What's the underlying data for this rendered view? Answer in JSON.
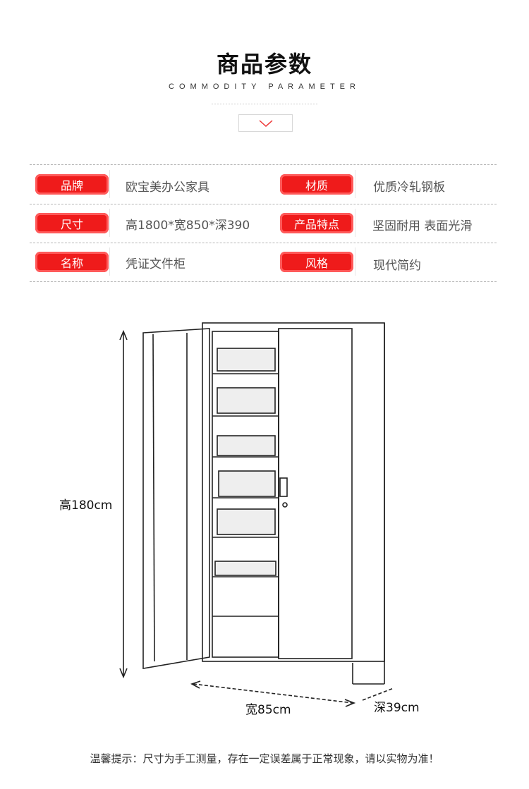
{
  "header": {
    "title": "商品参数",
    "subtitle": "COMMODITY PARAMETER"
  },
  "params": [
    {
      "label": "品牌",
      "value": "欧宝美办公家具"
    },
    {
      "label": "材质",
      "value": "优质冷轧钢板"
    },
    {
      "label": "尺寸",
      "value": "高1800*宽850*深390"
    },
    {
      "label": "产品特点",
      "value": "坚固耐用 表面光滑"
    },
    {
      "label": "名称",
      "value": "凭证文件柜"
    },
    {
      "label": "风格",
      "value": "现代简约"
    }
  ],
  "dimensions": {
    "height": "高180cm",
    "width": "宽85cm",
    "depth": "深39cm"
  },
  "note": "温馨提示：尺寸为手工测量，存在一定误差属于正常现象，请以实物为准！",
  "colors": {
    "accent": "#ef1b1b"
  },
  "icons": {
    "chevron": "chevron-down-icon"
  }
}
